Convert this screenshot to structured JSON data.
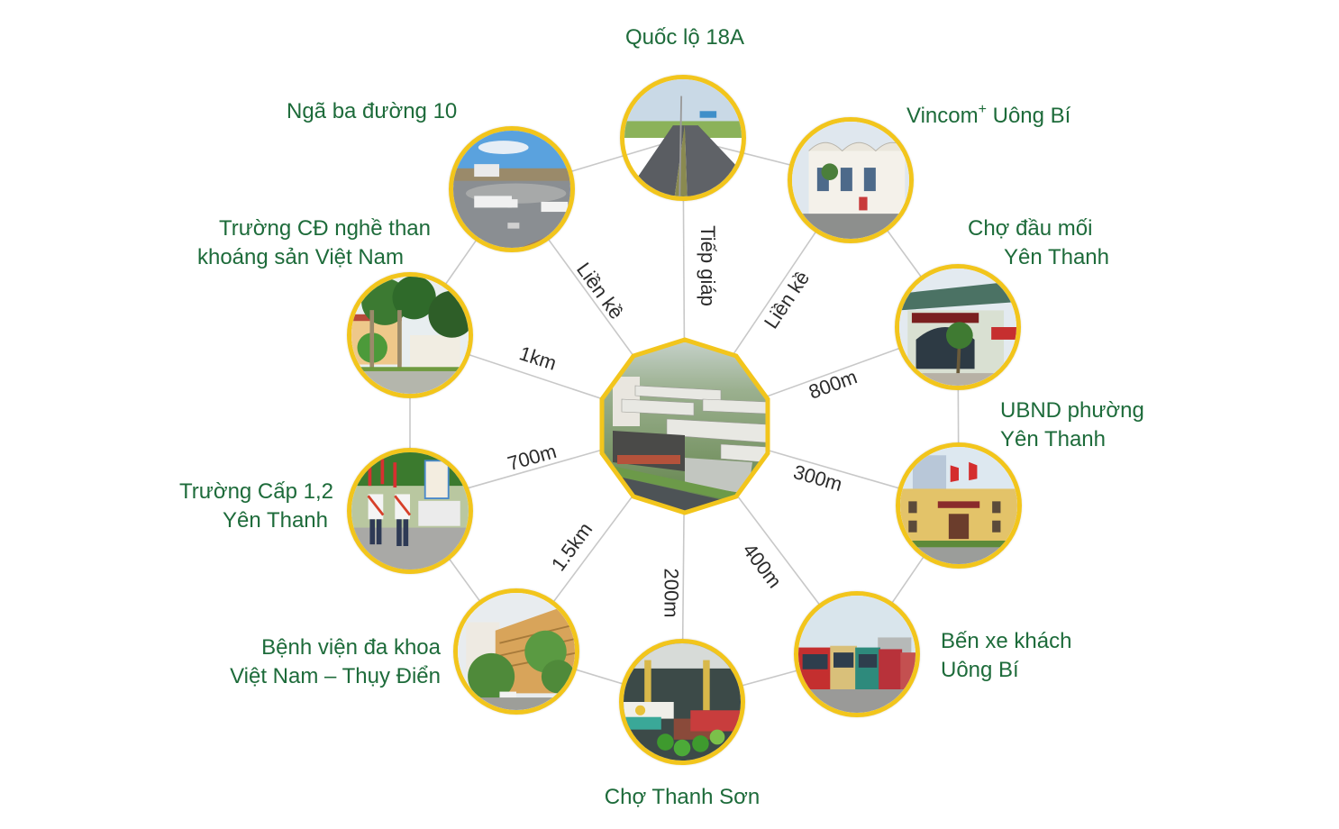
{
  "diagram": {
    "type": "radial-location-map",
    "center": {
      "label": "Project site (aerial rendering of townhouse development)",
      "icon": "project-site-image"
    },
    "colors": {
      "label_text": "#1d6b3a",
      "distance_text": "#2b2b2b",
      "circle_border": "#f2c51c",
      "connector_line": "#c8c8c8",
      "background": "#ffffff"
    },
    "nodes": [
      {
        "id": "quoc-lo-18a",
        "label_lines": [
          "Quốc lộ 18A"
        ],
        "distance": "Tiếp giáp",
        "icon": "highway-image"
      },
      {
        "id": "vincom",
        "label_main": "Vincom",
        "label_sup": "+",
        "label_rest": " Uông Bí",
        "distance": "Liền kề",
        "icon": "mall-image"
      },
      {
        "id": "cho-dau-moi",
        "label_lines": [
          "Chợ đầu mối",
          "Yên Thanh"
        ],
        "distance": "800m",
        "icon": "market-gate-image"
      },
      {
        "id": "ubnd",
        "label_lines": [
          "UBND phường",
          "Yên Thanh"
        ],
        "distance": "300m",
        "icon": "government-building-image"
      },
      {
        "id": "ben-xe",
        "label_lines": [
          "Bến xe khách",
          "Uông Bí"
        ],
        "distance": "400m",
        "icon": "bus-station-image"
      },
      {
        "id": "cho-thanh-son",
        "label_lines": [
          "Chợ Thanh Sơn"
        ],
        "distance": "200m",
        "icon": "produce-market-image"
      },
      {
        "id": "benh-vien",
        "label_lines": [
          "Bệnh viện đa khoa",
          "Việt Nam – Thụy Điển"
        ],
        "distance": "1.5km",
        "icon": "hospital-image"
      },
      {
        "id": "truong-cap",
        "label_lines": [
          "Trường Cấp 1,2",
          "Yên Thanh"
        ],
        "distance": "700m",
        "icon": "school-parade-image"
      },
      {
        "id": "truong-cd",
        "label_lines": [
          "Trường CĐ nghề than",
          "khoáng sản Việt Nam"
        ],
        "distance": "1km",
        "icon": "college-campus-image"
      },
      {
        "id": "nga-ba",
        "label_lines": [
          "Ngã ba đường 10"
        ],
        "distance": "Liền kề",
        "icon": "intersection-image"
      }
    ]
  }
}
